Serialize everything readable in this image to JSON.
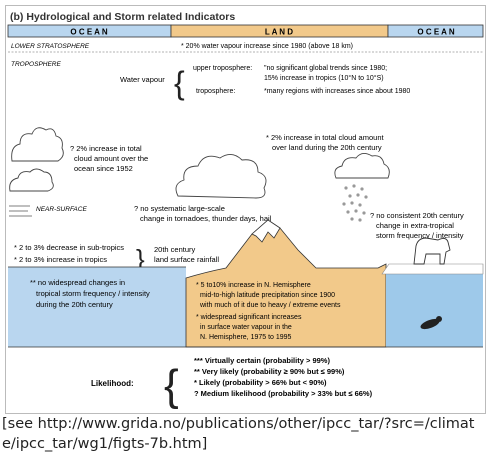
{
  "title": "(b) Hydrological and Storm related Indicators",
  "header": {
    "ocean_left": "O C E A N",
    "land": "L A N D",
    "ocean_right": "O C E A N"
  },
  "lower_stratosphere": {
    "label": "LOWER STRATOSPHERE",
    "text": "* 20% water vapour increase since 1980 (above 18 km)"
  },
  "troposphere": {
    "label": "TROPOSPHERE",
    "water_vapour": "Water vapour",
    "upper_label": "upper troposphere:",
    "upper_text_1": "\"no significant global trends since 1980;",
    "upper_text_2": "15% increase in tropics (10°N to 10°S)",
    "lower_label": "troposphere:",
    "lower_text": "*many regions with increases since about 1980"
  },
  "cloud_ocean": {
    "line1": "? 2% increase in total",
    "line2": "cloud amount over the",
    "line3": "ocean since 1952"
  },
  "cloud_land": {
    "line1": "* 2% increase in total cloud amount",
    "line2": "over land during the 20th century"
  },
  "near_surface": {
    "label": "NEAR-SURFACE",
    "tornado_1": "? no systematic large-scale",
    "tornado_2": "change in tornadoes, thunder days, hail",
    "extra_1": "? no consistent 20th century",
    "extra_2": "change in extra-tropical",
    "extra_3": "storm frequency / intensity"
  },
  "rainfall": {
    "subtropics": "* 2 to 3% decrease in sub-tropics",
    "tropics": "* 2 to 3% increase in tropics",
    "label_1": "20th century",
    "label_2": "land surface rainfall"
  },
  "ocean_storm": {
    "line1": "** no widespread changes in",
    "line2": "tropical storm frequency / intensity",
    "line3": "during the 20th century"
  },
  "land_box": {
    "p1_1": "* 5 to10% increase in N. Hemisphere",
    "p1_2": "mid-to-high latitude precipitation since 1900",
    "p1_3": "with much of it due to heavy / extreme events",
    "p2_1": "* widespread significant increases",
    "p2_2": "in surface water vapour in the",
    "p2_3": "N. Hemisphere, 1975 to 1995"
  },
  "likelihood": {
    "label": "Likelihood:",
    "items": [
      "*** Virtually certain  (probability > 99%)",
      "** Very likely  (probability ≥ 90% but ≤ 99%)",
      "* Likely  (probability > 66% but < 90%)",
      "? Medium likelihood (probability > 33% but ≤ 66%)"
    ]
  },
  "caption": "[see http://www.grida.no/publications/other/ipcc_tar/?src=/climate/ipcc_tar/wg1/figts-7b.htm]",
  "colors": {
    "land": "#f2c98a",
    "ocean": "#b9d6ef",
    "water": "#9ec9ea",
    "band_line": "#333333"
  }
}
